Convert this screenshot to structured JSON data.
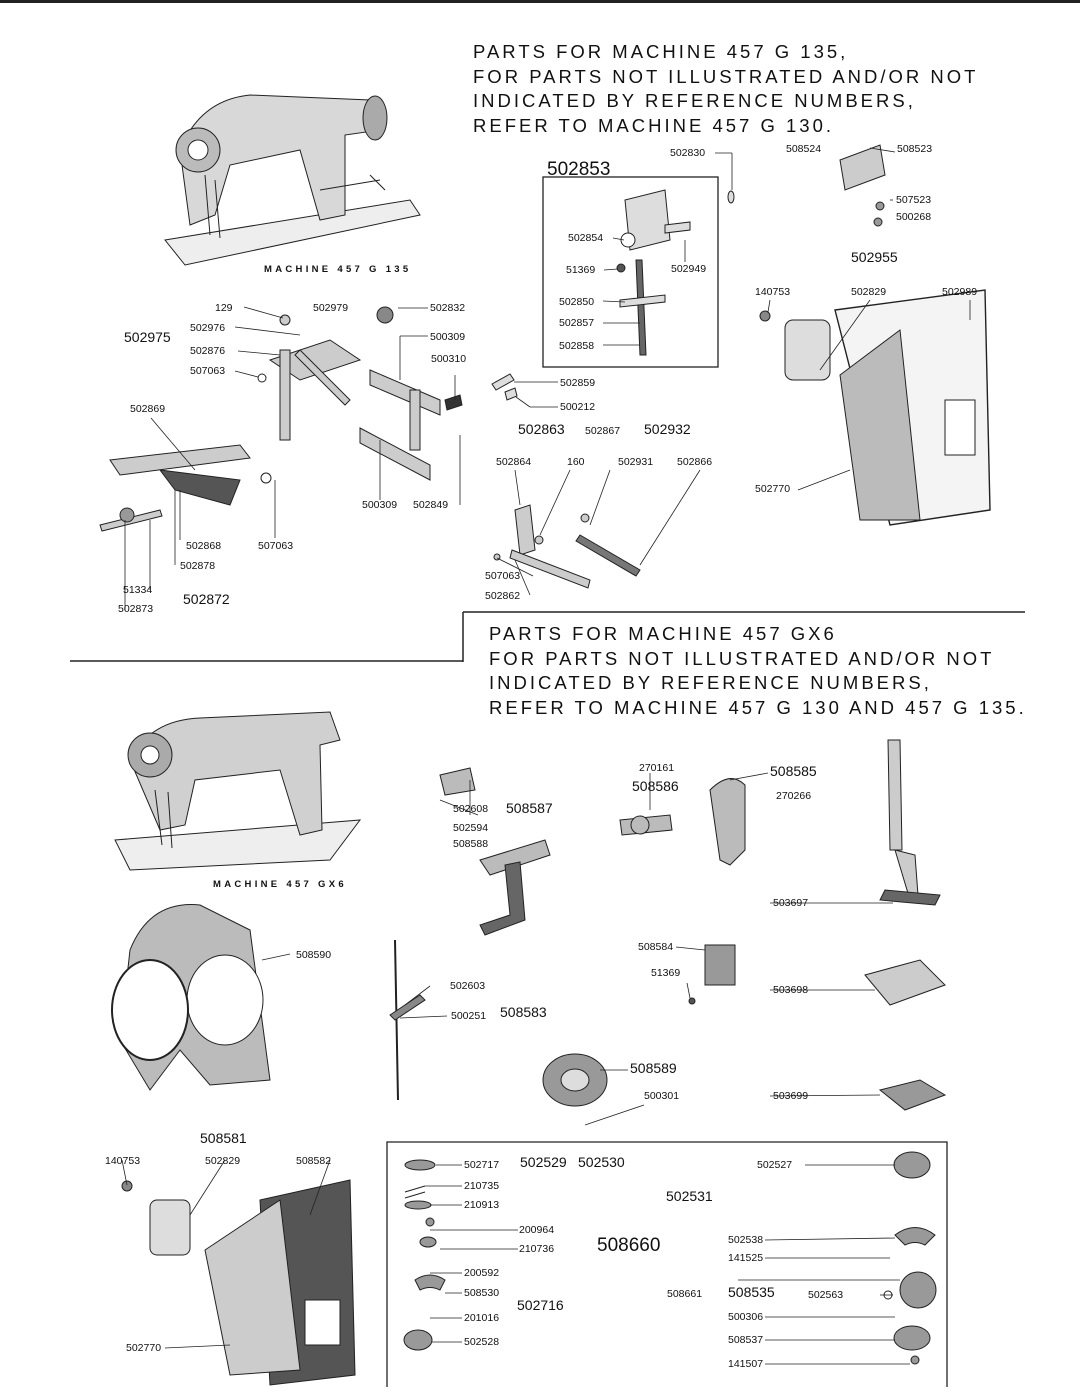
{
  "section1": {
    "heading": [
      "PARTS FOR MACHINE 457 G 135,",
      "FOR PARTS NOT ILLUSTRATED AND/OR NOT",
      "INDICATED BY REFERENCE NUMBERS,",
      "REFER TO MACHINE 457 G 130."
    ],
    "machine_label": "MACHINE 457 G 135"
  },
  "section2": {
    "heading": [
      "PARTS FOR MACHINE 457 GX6",
      "FOR PARTS NOT ILLUSTRATED AND/OR NOT",
      "INDICATED BY REFERENCE NUMBERS,",
      "REFER TO MACHINE 457 G 130 AND 457 G 135."
    ],
    "machine_label": "MACHINE 457 GX6"
  },
  "part_numbers": {
    "p129": "129",
    "p502979": "502979",
    "p502976": "502976",
    "p502975": "502975",
    "p502876": "502876",
    "p507063a": "507063",
    "p502832": "502832",
    "p500309a": "500309",
    "p500310": "500310",
    "p502869": "502869",
    "p500309b": "500309",
    "p502849": "502849",
    "p502868": "502868",
    "p507063b": "507063",
    "p502878": "502878",
    "p51334": "51334",
    "p502873": "502873",
    "p502872": "502872",
    "p502830": "502830",
    "p502853": "502853",
    "p502854": "502854",
    "p51369a": "51369",
    "p502949": "502949",
    "p502850": "502850",
    "p502857": "502857",
    "p502858": "502858",
    "p502859": "502859",
    "p500212": "500212",
    "p502863": "502863",
    "p502867": "502867",
    "p502932": "502932",
    "p502864": "502864",
    "p160": "160",
    "p502931": "502931",
    "p502866": "502866",
    "p507063c": "507063",
    "p502862": "502862",
    "p508524": "508524",
    "p508523": "508523",
    "p507523": "507523",
    "p500268": "500268",
    "p502955": "502955",
    "p140753a": "140753",
    "p502829a": "502829",
    "p502989": "502989",
    "p502770a": "502770",
    "p502608": "502608",
    "p508587": "508587",
    "p502594": "502594",
    "p508588": "508588",
    "p270161": "270161",
    "p508586": "508586",
    "p508585": "508585",
    "p270266": "270266",
    "p503697": "503697",
    "p508590": "508590",
    "p502603": "502603",
    "p500251": "500251",
    "p508583": "508583",
    "p508584": "508584",
    "p51369b": "51369",
    "p503698": "503698",
    "p508589": "508589",
    "p500301": "500301",
    "p503699": "503699",
    "p508581": "508581",
    "p140753b": "140753",
    "p502829b": "502829",
    "p508582": "508582",
    "p502770b": "502770",
    "p502717": "502717",
    "p502529": "502529",
    "p502530": "502530",
    "p502527": "502527",
    "p210735": "210735",
    "p210913": "210913",
    "p502531": "502531",
    "p200964": "200964",
    "p210736": "210736",
    "p508660": "508660",
    "p502538": "502538",
    "p141525": "141525",
    "p200592": "200592",
    "p508530": "508530",
    "p502716": "502716",
    "p201016": "201016",
    "p508661": "508661",
    "p508535": "508535",
    "p502563": "502563",
    "p500306": "500306",
    "p502528": "502528",
    "p508537": "508537",
    "p141507": "141507"
  }
}
